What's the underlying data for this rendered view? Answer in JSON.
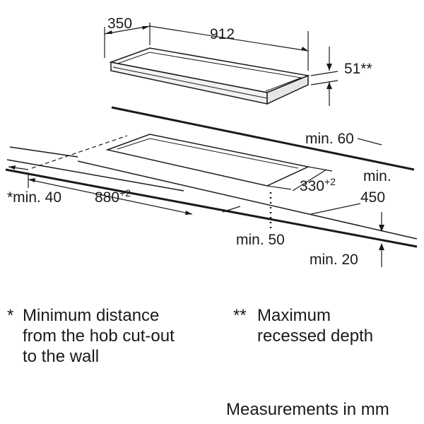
{
  "diagram": {
    "hob_depth": "350",
    "hob_width": "912",
    "hob_height": "51**",
    "rear_clearance": "min. 60",
    "cutout_depth": "330",
    "cutout_depth_tol": "+2",
    "side_clearance_line1": "min.",
    "side_clearance_line2": "450",
    "wall_distance": "*min. 40",
    "cutout_width": "880",
    "cutout_width_tol": "+2",
    "worktop_min_thickness": "min. 50",
    "front_clearance": "min. 20"
  },
  "notes": {
    "note1_mark": "*",
    "note1_line1": "Minimum distance",
    "note1_line2": "from the hob cut-out",
    "note1_line3": "to the wall",
    "note2_mark": "**",
    "note2_line1": "Maximum",
    "note2_line2": "recessed depth"
  },
  "footer": "Measurements in mm"
}
